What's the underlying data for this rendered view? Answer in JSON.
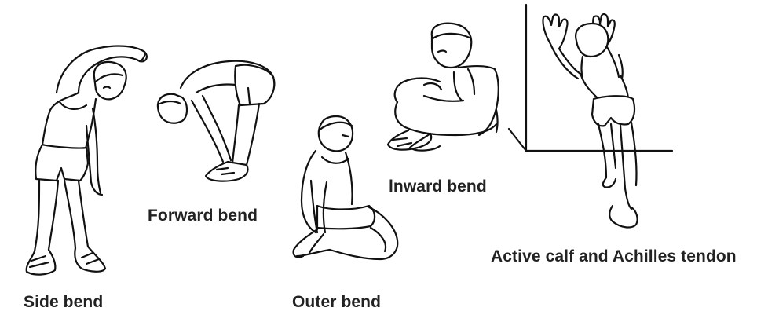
{
  "labels": {
    "side_bend": "Side bend",
    "forward_bend": "Forward bend",
    "outer_bend": "Outer bend",
    "inward_bend": "lnward bend",
    "calf_stretch": "Active calf and Achilles tendon"
  },
  "colors": {
    "line": "#111111",
    "text": "#222222",
    "background": "#ffffff"
  }
}
